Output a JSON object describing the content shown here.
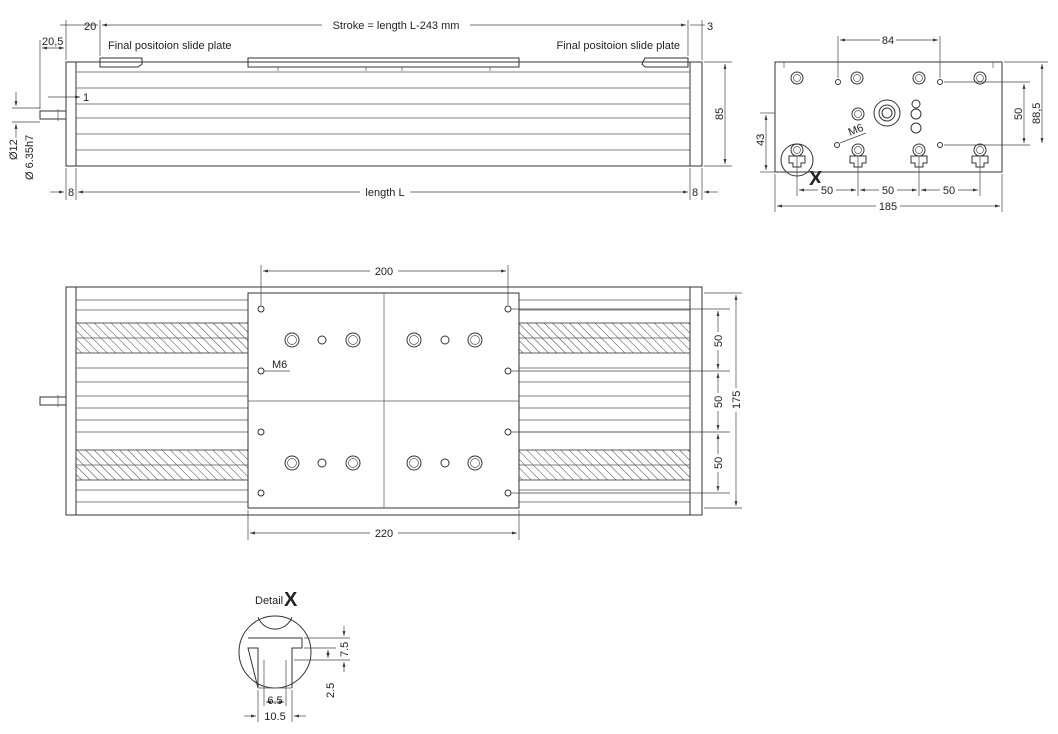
{
  "side_view": {
    "stroke": "Stroke = length L-243 mm",
    "dim_20": "20",
    "dim_3": "3",
    "dim_20_5": "20,5",
    "label_left": "Final positoion slide plate",
    "label_right": "Final positoion slide plate",
    "dim_1": "1",
    "dim_d12": "Ø12",
    "dim_d6": "Ø 6.35h7",
    "dim_85": "85",
    "dim_8_left": "8",
    "dim_8_right": "8",
    "length": "length L"
  },
  "end_view": {
    "dim_84": "84",
    "dim_50_v": "50",
    "dim_88_5": "88,5",
    "dim_43": "43",
    "m6": "M6",
    "x_mark": "X",
    "dim_50_a": "50",
    "dim_50_b": "50",
    "dim_50_c": "50",
    "dim_185": "185"
  },
  "top_view": {
    "dim_200": "200",
    "m6": "M6",
    "dim_50_a": "50",
    "dim_50_b": "50",
    "dim_50_c": "50",
    "dim_175": "175",
    "dim_220": "220"
  },
  "detail": {
    "label": "Detail",
    "x_mark": "X",
    "dim_7_5": "7.5",
    "dim_2_5": "2.5",
    "dim_6_5": "6.5",
    "dim_10_5": "10.5"
  }
}
